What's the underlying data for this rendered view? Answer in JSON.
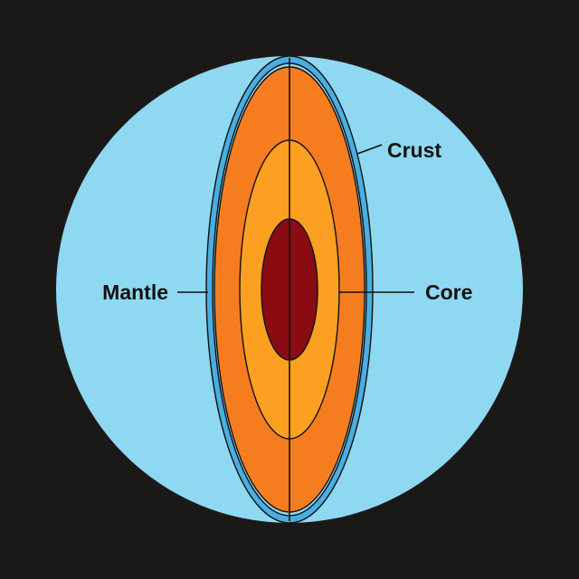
{
  "diagram": {
    "labels": {
      "crust": "Crust",
      "mantle": "Mantle",
      "core": "Core"
    },
    "colors": {
      "background": "#1b1918",
      "sphere": "#8fd8f2",
      "crust": "#4aaee0",
      "outer_mantle": "#f57d20",
      "inner_mantle": "#fba020",
      "core": "#8a0b12",
      "outline": "#111111"
    }
  }
}
